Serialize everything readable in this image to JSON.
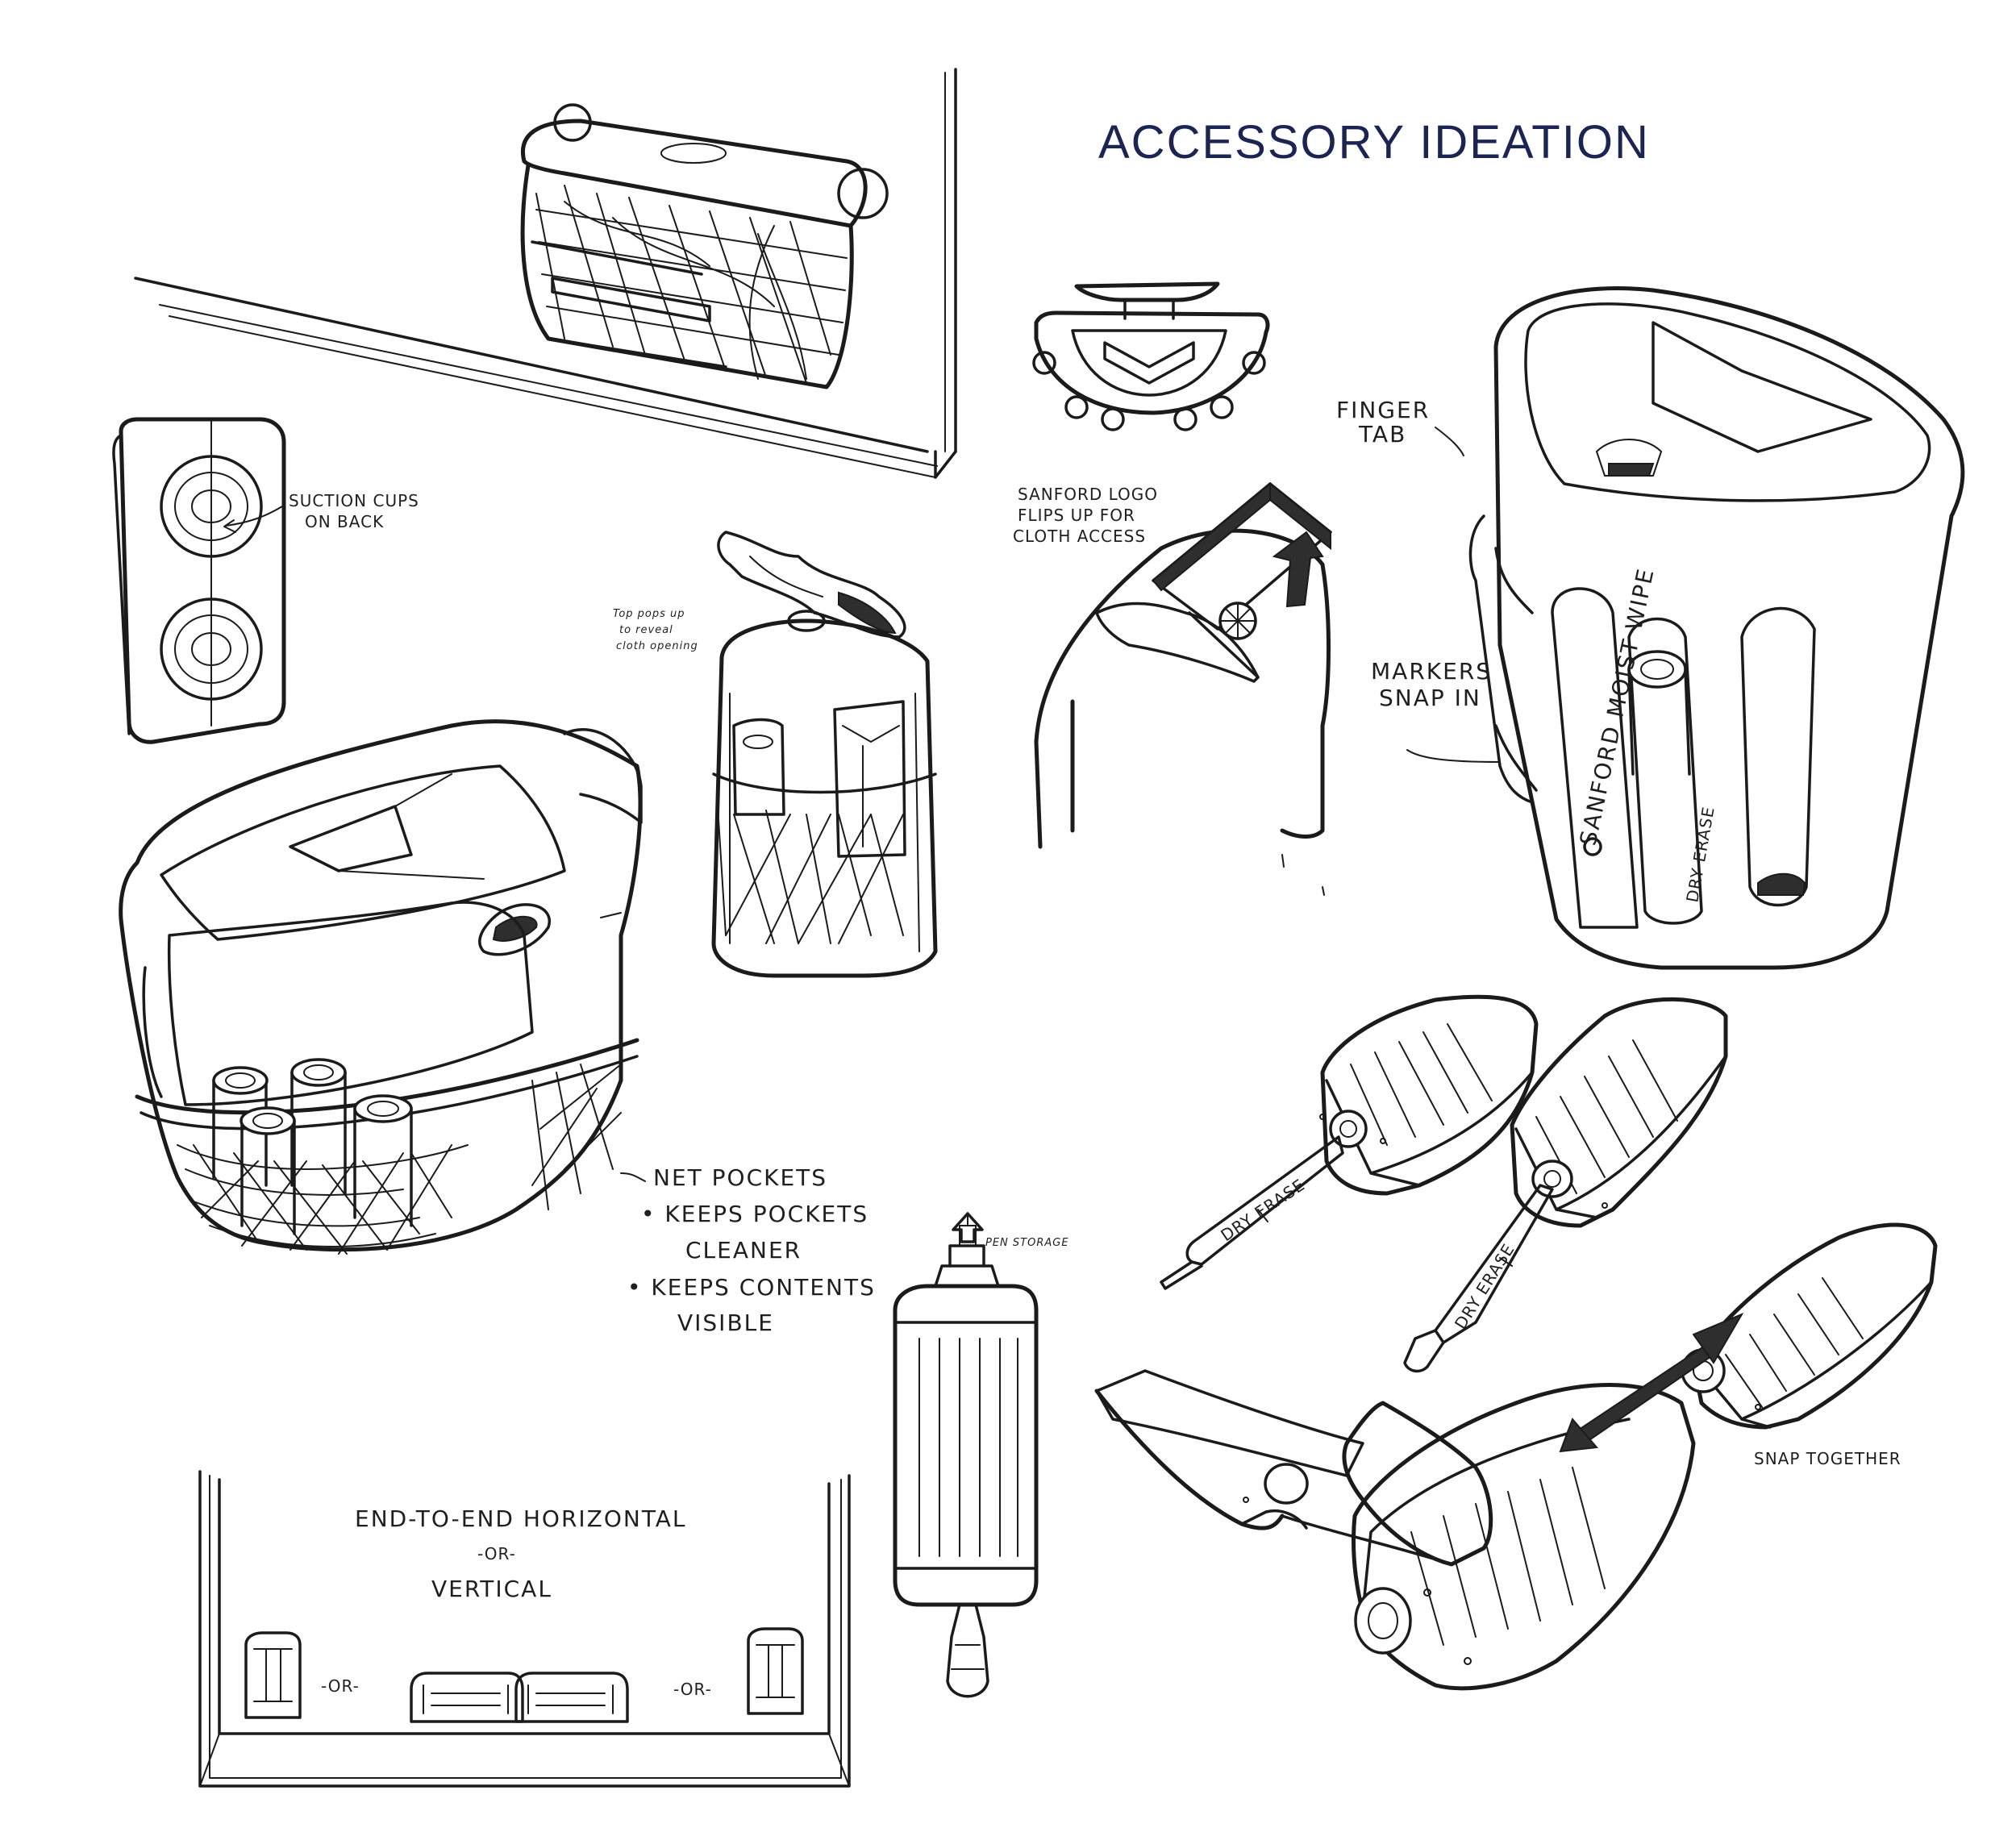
{
  "title": "ACCESSORY IDEATION",
  "title_color": "#1c2452",
  "ink_color": "#1b1b1b",
  "annotations": {
    "suction_cups": [
      "SUCTION CUPS",
      "ON BACK"
    ],
    "top_pops_up": [
      "Top pops up",
      "to reveal",
      "cloth opening"
    ],
    "sanford_logo": [
      "SANFORD LOGO",
      "FLIPS UP FOR",
      "CLOTH ACCESS"
    ],
    "finger_tab": [
      "FINGER",
      "TAB"
    ],
    "markers_snap_in": [
      "MARKERS",
      "SNAP IN"
    ],
    "net_pockets": [
      "NET POCKETS",
      "• KEEPS POCKETS",
      "CLEANER",
      "• KEEPS CONTENTS",
      "VISIBLE"
    ],
    "pen_storage": "PEN STORAGE",
    "snap_together": "SNAP TOGETHER",
    "mount_options": [
      "END-TO-END HORIZONTAL",
      "-OR-",
      "VERTICAL"
    ],
    "or_left": "-OR-",
    "or_right": "-OR-"
  },
  "product_labels": {
    "sanford_moist_wipe": "SANFORD MOIST WIPE",
    "dry_erase_canister": "DRY ERASE",
    "dry_erase_pen_1": "DRY ERASE",
    "dry_erase_pen_2": "DRY ERASE"
  },
  "icons": [
    "suction-cup-icon",
    "arrow-icon",
    "net-pocket-icon",
    "marker-icon"
  ]
}
